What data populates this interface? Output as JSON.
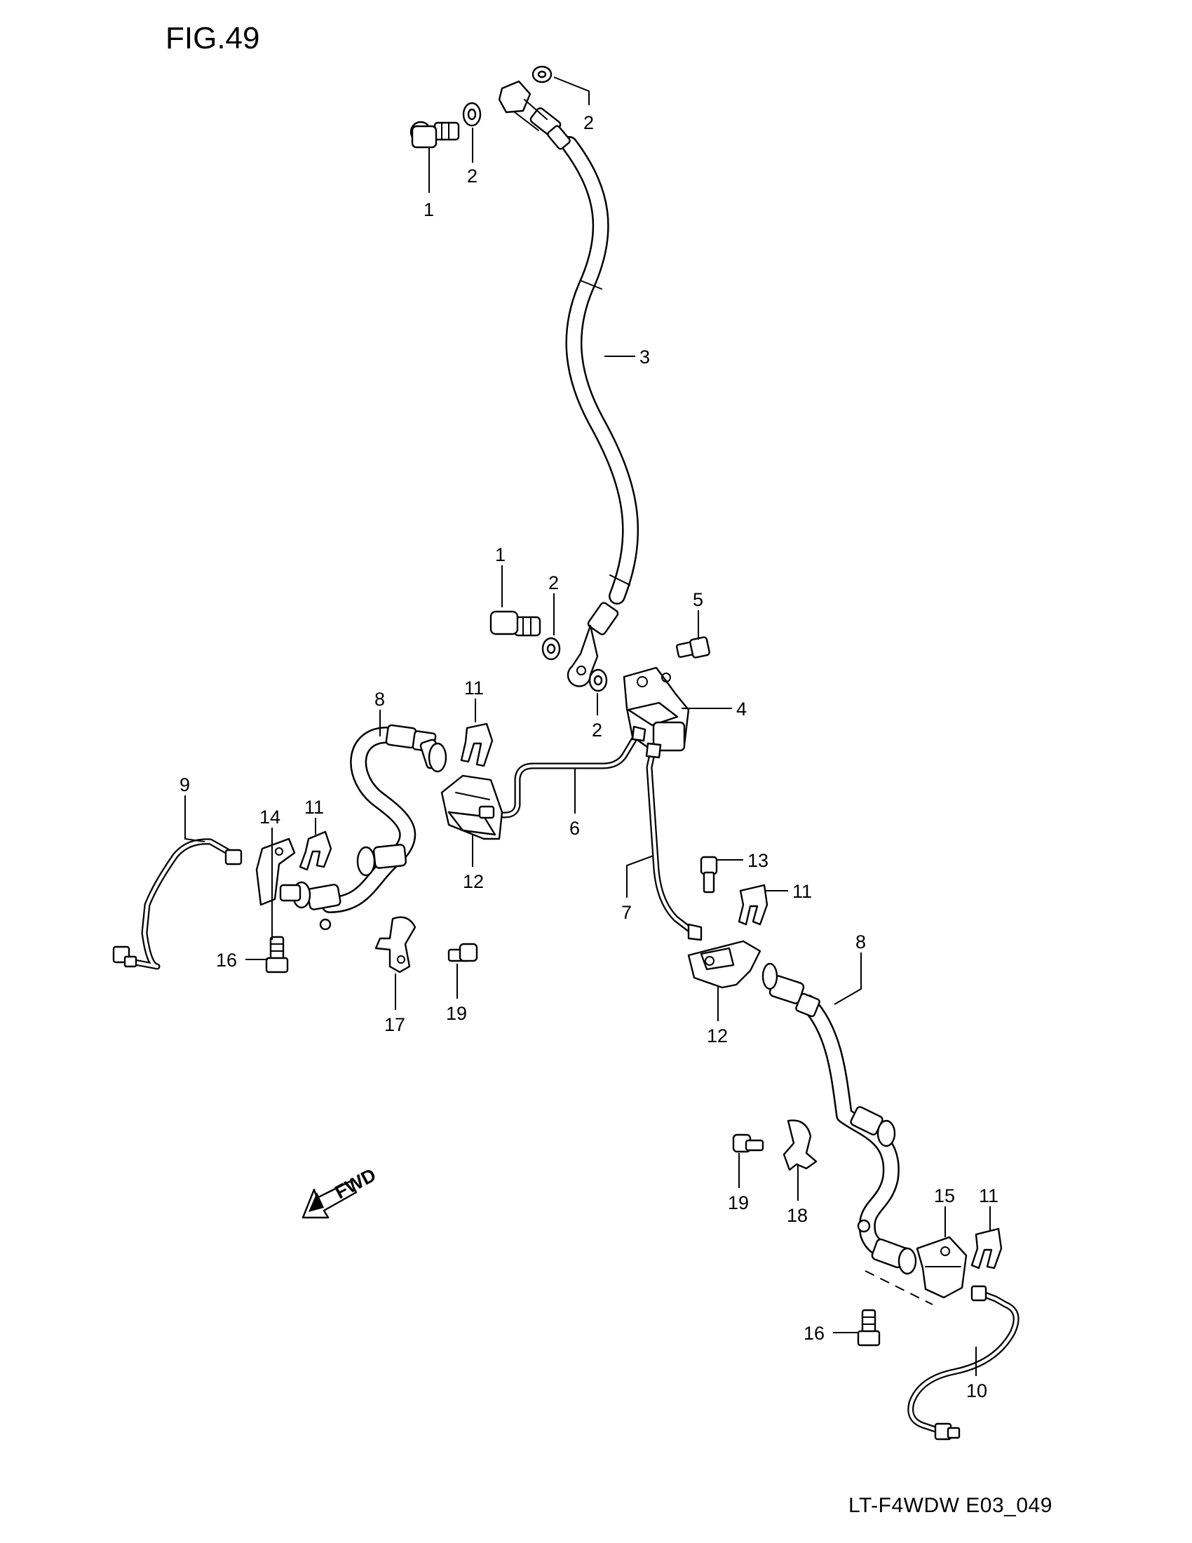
{
  "figure": {
    "title": "FIG.49",
    "code": "LT-F4WDW E03_049"
  },
  "fwd_badge": "FWD",
  "callouts": [
    {
      "id": "c1a",
      "label": "1"
    },
    {
      "id": "c2a",
      "label": "2"
    },
    {
      "id": "c2b",
      "label": "2"
    },
    {
      "id": "c3",
      "label": "3"
    },
    {
      "id": "c1b",
      "label": "1"
    },
    {
      "id": "c2c",
      "label": "2"
    },
    {
      "id": "c5",
      "label": "5"
    },
    {
      "id": "c2d",
      "label": "2"
    },
    {
      "id": "c4",
      "label": "4"
    },
    {
      "id": "c8a",
      "label": "8"
    },
    {
      "id": "c11a",
      "label": "11"
    },
    {
      "id": "c9",
      "label": "9"
    },
    {
      "id": "c14",
      "label": "14"
    },
    {
      "id": "c11b",
      "label": "11"
    },
    {
      "id": "c6",
      "label": "6"
    },
    {
      "id": "c12a",
      "label": "12"
    },
    {
      "id": "c16a",
      "label": "16"
    },
    {
      "id": "c17",
      "label": "17"
    },
    {
      "id": "c19a",
      "label": "19"
    },
    {
      "id": "c7",
      "label": "7"
    },
    {
      "id": "c13",
      "label": "13"
    },
    {
      "id": "c11c",
      "label": "11"
    },
    {
      "id": "c8b",
      "label": "8"
    },
    {
      "id": "c12b",
      "label": "12"
    },
    {
      "id": "c19b",
      "label": "19"
    },
    {
      "id": "c18",
      "label": "18"
    },
    {
      "id": "c15",
      "label": "15"
    },
    {
      "id": "c11d",
      "label": "11"
    },
    {
      "id": "c16b",
      "label": "16"
    },
    {
      "id": "c10",
      "label": "10"
    }
  ]
}
